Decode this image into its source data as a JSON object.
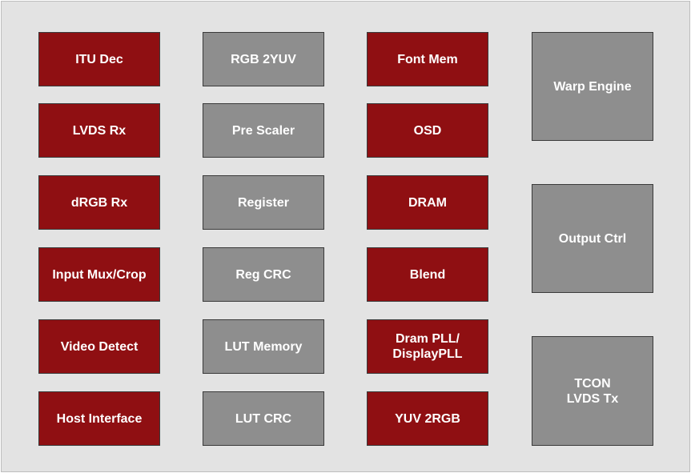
{
  "colors": {
    "background": "#e3e3e3",
    "red_block": "#8f0f12",
    "gray_block": "#8e8e8e",
    "text": "#ffffff"
  },
  "blocks": [
    {
      "label": "ITU Dec",
      "color": "red"
    },
    {
      "label": "LVDS Rx",
      "color": "red"
    },
    {
      "label": "dRGB Rx",
      "color": "red"
    },
    {
      "label": "Input Mux/Crop",
      "color": "red"
    },
    {
      "label": "Video Detect",
      "color": "red"
    },
    {
      "label": "Host Interface",
      "color": "red"
    },
    {
      "label": "RGB 2YUV",
      "color": "gray"
    },
    {
      "label": "Pre Scaler",
      "color": "gray"
    },
    {
      "label": "Register",
      "color": "gray"
    },
    {
      "label": "Reg CRC",
      "color": "gray"
    },
    {
      "label": "LUT Memory",
      "color": "gray"
    },
    {
      "label": "LUT CRC",
      "color": "gray"
    },
    {
      "label": "Font Mem",
      "color": "red"
    },
    {
      "label": "OSD",
      "color": "red"
    },
    {
      "label": "DRAM",
      "color": "red"
    },
    {
      "label": "Blend",
      "color": "red"
    },
    {
      "label": "Dram PLL/\nDisplayPLL",
      "color": "red"
    },
    {
      "label": "YUV 2RGB",
      "color": "red"
    },
    {
      "label": "Warp Engine",
      "color": "gray"
    },
    {
      "label": "Output Ctrl",
      "color": "gray"
    },
    {
      "label": "TCON\nLVDS Tx",
      "color": "gray"
    }
  ]
}
